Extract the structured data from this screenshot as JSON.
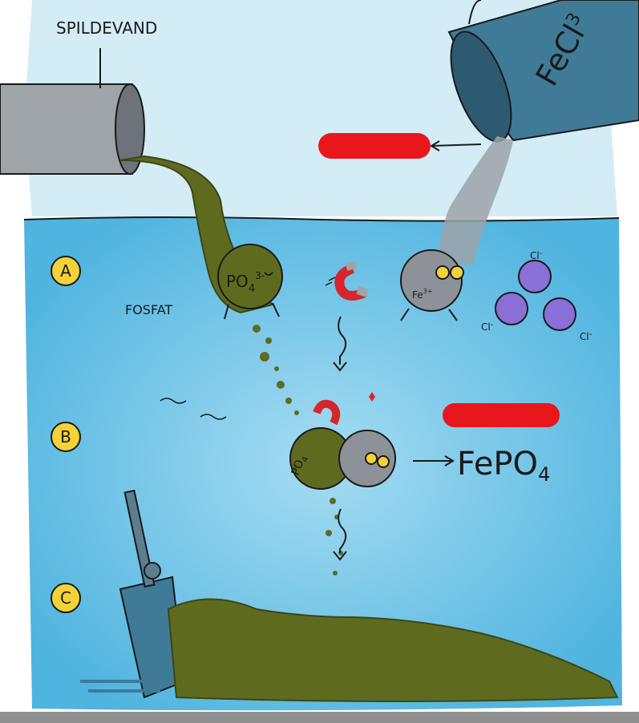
{
  "labels": {
    "wastewater": "SPILDEVAND",
    "phosphate": "FOSFAT",
    "bucket_formula": "FeCl",
    "bucket_formula_sub": "3",
    "phosphate_ion": "PO",
    "phosphate_ion_sub": "4",
    "phosphate_ion_charge": "3-",
    "iron_ion": "Fe",
    "iron_ion_charge": "3+",
    "chloride": "Cl",
    "chloride_charge": "-",
    "product": "FePO",
    "product_sub": "4"
  },
  "steps": [
    {
      "letter": "A"
    },
    {
      "letter": "B"
    },
    {
      "letter": "C"
    }
  ],
  "colors": {
    "sky": "#d3ecf6",
    "water": "#5fbde4",
    "water_light": "#9fd9f0",
    "sludge": "#5e6b1f",
    "sludge_dark": "#3d4612",
    "pipe": "#9ea4a8",
    "bucket": "#3f7b97",
    "iron_ball": "#8d9299",
    "chloride_ball": "#8a6fd6",
    "step_badge": "#f3d238",
    "magnet_red": "#d6262b",
    "redaction": "#e8171c"
  }
}
